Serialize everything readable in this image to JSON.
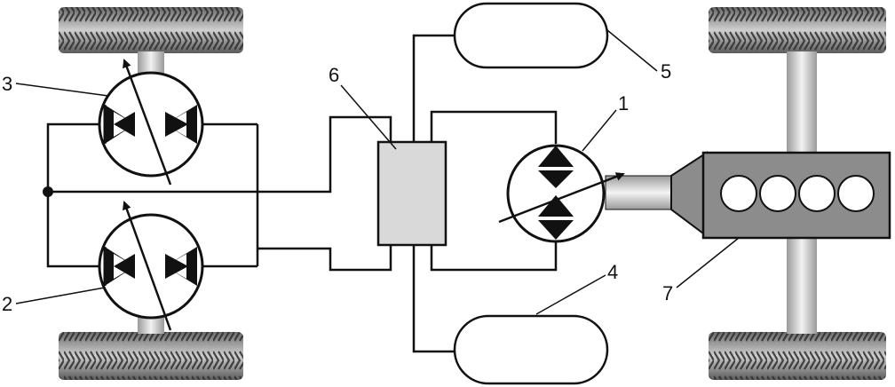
{
  "diagram": {
    "labels": {
      "pump_1": "1",
      "motor_2": "2",
      "motor_3": "3",
      "accumulator_4": "4",
      "accumulator_5": "5",
      "valve_block_6": "6",
      "engine_7": "7"
    }
  },
  "colors": {
    "line": "#111111",
    "valve_fill": "#d9d9d9",
    "engine_fill": "#8c8c8c",
    "tire_dark": "#3a3a3a",
    "tire_light": "#bdbdbd"
  }
}
